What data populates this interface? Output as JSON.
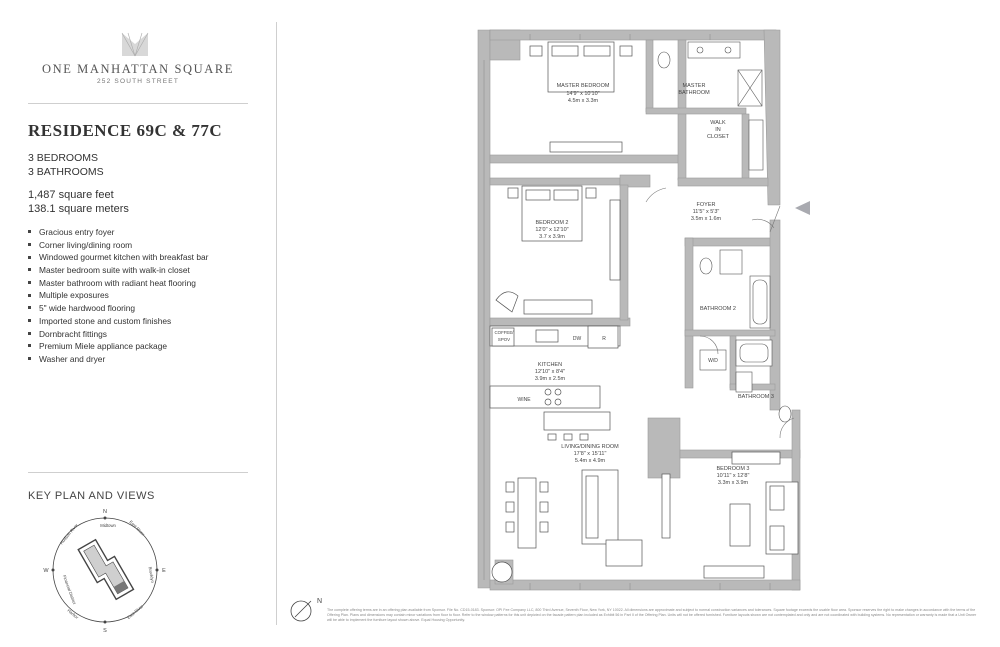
{
  "brand": {
    "name": "ONE MANHATTAN SQUARE",
    "address": "252 SOUTH STREET"
  },
  "residence": {
    "title": "RESIDENCE 69C & 77C",
    "bedrooms": "3 BEDROOMS",
    "bathrooms": "3 BATHROOMS",
    "sqft": "1,487 square feet",
    "sqm": "138.1 square meters"
  },
  "features": [
    "Gracious entry foyer",
    "Corner living/dining room",
    "Windowed gourmet kitchen with breakfast bar",
    "Master bedroom suite with walk-in closet",
    "Master bathroom with radiant heat flooring",
    "Multiple exposures",
    "5\" wide hardwood flooring",
    "Imported stone and custom finishes",
    "Dornbracht fittings",
    "Premium Miele appliance package",
    "Washer and dryer"
  ],
  "key_plan": {
    "title": "KEY PLAN AND VIEWS",
    "views": {
      "north": "Midtown",
      "northeast": "East River",
      "east": "Brooklyn",
      "southeast": "East River",
      "south": "Harbor",
      "southwest": "Financial District",
      "northwest": "Hudson River"
    },
    "compass": {
      "n": "N",
      "e": "E",
      "s": "S",
      "w": "W"
    }
  },
  "rooms": {
    "master_bedroom": {
      "name": "MASTER BEDROOM",
      "imperial": "14'9\" x 10'10\"",
      "metric": "4.5m x 3.3m"
    },
    "master_bathroom": {
      "name_line1": "MASTER",
      "name_line2": "BATHROOM"
    },
    "walk_in_closet": {
      "line1": "WALK",
      "line2": "IN",
      "line3": "CLOSET"
    },
    "foyer": {
      "name": "FOYER",
      "imperial": "11'5\" x 5'3\"",
      "metric": "3.5m x 1.6m"
    },
    "bedroom_2": {
      "name": "BEDROOM 2",
      "imperial": "12'0\" x 12'10\"",
      "metric": "3.7 x 3.9m"
    },
    "bathroom_2": {
      "name": "BATHROOM 2"
    },
    "kitchen": {
      "name": "KITCHEN",
      "imperial": "12'10\" x 8'4\"",
      "metric": "3.9m x 2.5m"
    },
    "appliances": {
      "coffee_line1": "COFFEE/",
      "coffee_line2": "SPOV",
      "dw": "DW",
      "r": "R",
      "wine": "WINE",
      "wd": "W/D"
    },
    "bathroom_3": {
      "name": "BATHROOM 3"
    },
    "living_dining": {
      "name": "LIVING/DINING ROOM",
      "imperial": "17'8\" x 15'11\"",
      "metric": "5.4m x 4.9m"
    },
    "bedroom_3": {
      "name": "BEDROOM 3",
      "imperial": "10'11\" x 12'8\"",
      "metric": "3.3m x 3.9m"
    }
  },
  "north_label": "N",
  "disclaimer": "The complete offering terms are in an offering plan available from Sponsor. File No. CD15-0183. Sponsor: OPI Fee Company LLC, 800 Third Avenue, Seventh Floor, New York, NY 10022. All dimensions are approximate and subject to normal construction variances and tolerances. Square footage exceeds the usable floor area. Sponsor reserves the right to make changes in accordance with the terms of the Offering Plan. Plans and dimensions may contain minor variations from floor to floor. Refer to the window patterns for this unit depicted on the facade pattern plan included as Exhibit 56 in Part II of the Offering Plan. Units will not be offered furnished. Furniture layouts shown are not contemplated and only and are not coordinated with building systems. No representation or warranty is made that a Unit Owner will be able to implement the furniture layout shown above. Equal Housing Opportunity.",
  "colors": {
    "wall": "#b8b8b8",
    "wall_stroke": "#9a9a9a",
    "line": "#555555",
    "accent": "#a9aab0"
  }
}
